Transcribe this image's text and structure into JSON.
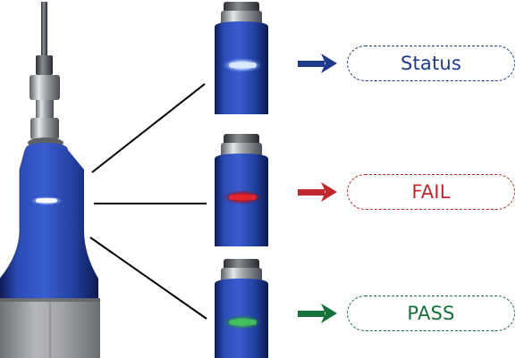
{
  "states": [
    {
      "id": "status",
      "label": "Status",
      "color": "#1f3a8a",
      "led_color": "#dbe9ff",
      "led_glow": "#9fc3ff"
    },
    {
      "id": "fail",
      "label": "FAIL",
      "color": "#c0272d",
      "led_color": "#e0262b",
      "led_glow": "#ff7a7a"
    },
    {
      "id": "pass",
      "label": "PASS",
      "color": "#16703a",
      "led_color": "#3fbf5a",
      "led_glow": "#8ef0a0"
    }
  ],
  "colors": {
    "body_blue": "#243f9b",
    "body_blue_dark": "#13256a",
    "metal": "#b9bcc0",
    "grey_base": "#9fa1a4"
  },
  "icons": [
    "arrow-right-icon"
  ]
}
